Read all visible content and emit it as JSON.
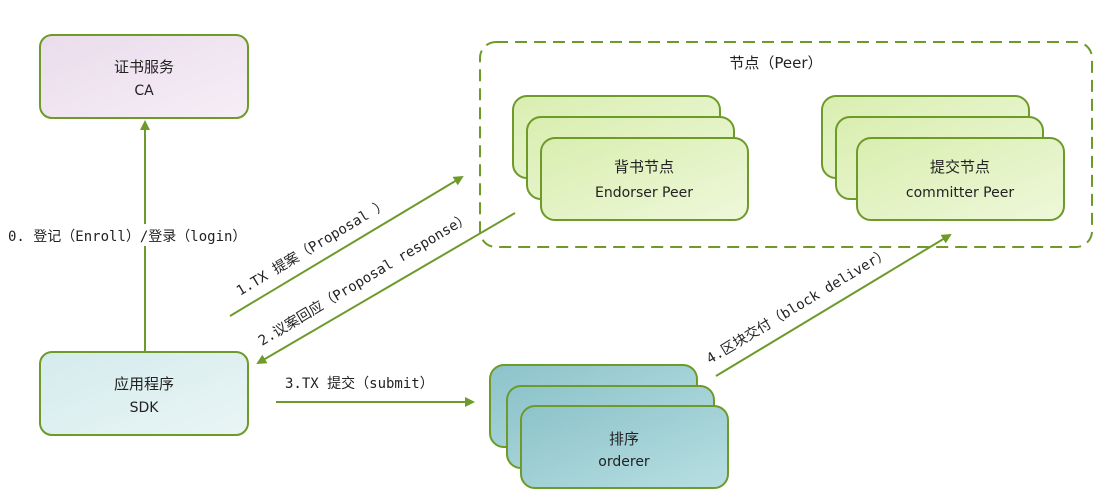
{
  "ca": {
    "title": "证书服务",
    "subtitle": "CA"
  },
  "app": {
    "title": "应用程序",
    "subtitle": "SDK"
  },
  "peer_group": {
    "title": "节点（Peer）"
  },
  "endorser": {
    "title": "背书节点",
    "subtitle": "Endorser Peer"
  },
  "committer": {
    "title": "提交节点",
    "subtitle": "committer Peer"
  },
  "orderer": {
    "title": "排序",
    "subtitle": "orderer"
  },
  "steps": {
    "enroll": "0. 登记（Enroll）/登录（login）",
    "proposal": "1.TX 提案（Proposal ）",
    "response": "2.议案回应（Proposal response）",
    "submit": "3.TX 提交（submit）",
    "deliver": "4.区块交付（block deliver）"
  },
  "colors": {
    "stroke": "#6e9a2a",
    "ca_fill": "#efe3f0",
    "sdk_fill": "#dcefef",
    "peer_fill": "#e4f3c4",
    "orderer_fill": "#9ecdd3"
  }
}
